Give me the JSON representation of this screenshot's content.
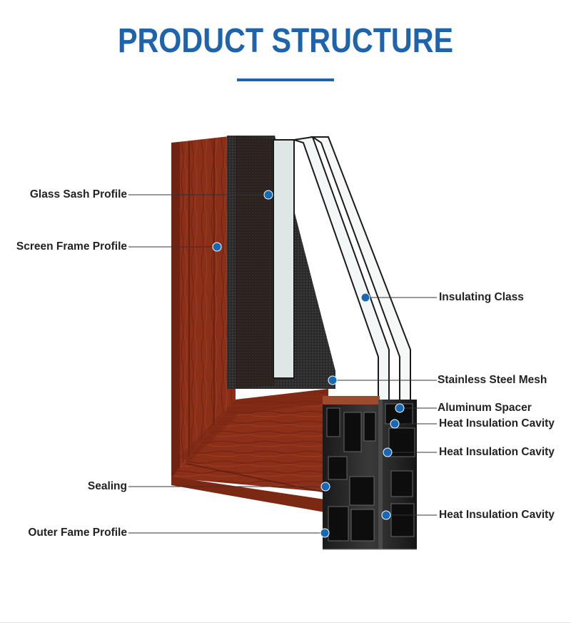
{
  "title": "PRODUCT STRUCTURE",
  "colors": {
    "accent": "#1d64ad",
    "wood": "#8a2f1a",
    "dot": "#1769b5"
  },
  "labels": {
    "glass_sash_profile": "Glass  Sash Profile",
    "screen_frame_profile": "Screen Frame Profile",
    "sealing": "Sealing",
    "outer_frame_profile": "Outer Fame Profile",
    "insulating_glass": "Insulating Class",
    "stainless_steel_mesh": "Stainless Steel Mesh",
    "aluminum_spacer": "Aluminum Spacer",
    "heat_insulation_cavity_1": "Heat Insulation Cavity",
    "heat_insulation_cavity_2": "Heat Insulation Cavity",
    "heat_insulation_cavity_3": "Heat Insulation Cavity"
  }
}
